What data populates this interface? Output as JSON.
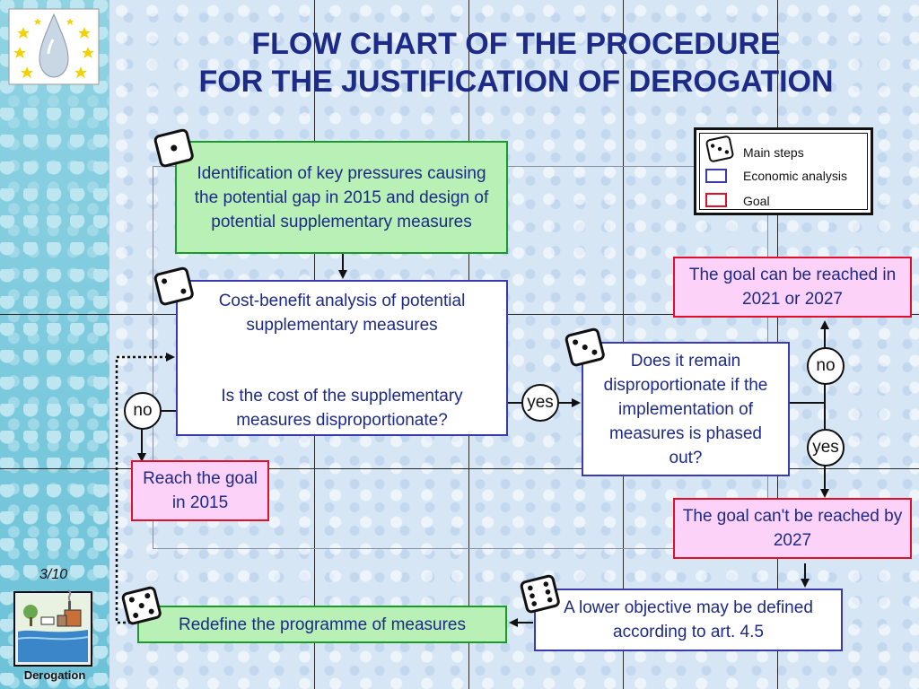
{
  "title": {
    "line1": "FLOW CHART OF THE PROCEDURE",
    "line2": "FOR THE JUSTIFICATION OF DEROGATION"
  },
  "legend": {
    "main_steps": "Main steps",
    "economic_analysis": "Economic analysis",
    "goal": "Goal"
  },
  "boxes": {
    "identification": "Identification of key pressures causing the potential gap in 2015 and design of potential supplementary measures",
    "cba_line1": "Cost-benefit analysis of potential supplementary measures",
    "cba_line2": "Is the cost of the supplementary measures disproportionate?",
    "phased_out": "Does it remain disproportionate if the implementation of measures is phased out?",
    "goal_reached": "The goal can be reached in 2021 or 2027",
    "goal_2015": "Reach the goal in 2015",
    "goal_not_reached": "The goal can't be reached by 2027",
    "lower_objective": "A lower objective may be defined according to art. 4.5",
    "redefine": "Redefine the programme of measures"
  },
  "decisions": {
    "no_left": "no",
    "yes_mid": "yes",
    "no_right": "no",
    "yes_right": "yes"
  },
  "footer": {
    "page": "3/10",
    "section_label": "Derogation"
  },
  "colors": {
    "title": "#1d2a86",
    "main_step_border": "#1a9a2a",
    "economic_border": "#3a3ab0",
    "goal_border": "#e0102a"
  },
  "icons": [
    "die-icon",
    "water-drop-stars-logo",
    "derogation-thumbnail"
  ]
}
